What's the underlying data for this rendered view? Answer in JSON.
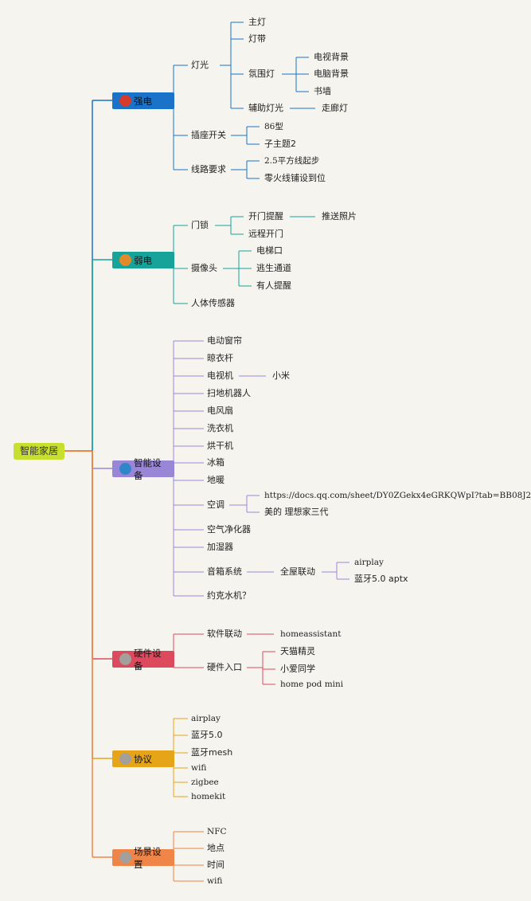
{
  "root": "智能家居",
  "categories": [
    {
      "label": "强电",
      "color": "#1a73c9",
      "dot": "#d33b2c",
      "children": [
        {
          "label": "灯光",
          "children": [
            {
              "label": "主灯"
            },
            {
              "label": "灯带"
            },
            {
              "label": "氛围灯",
              "children": [
                {
                  "label": "电视背景"
                },
                {
                  "label": "电脑背景"
                },
                {
                  "label": "书墙"
                }
              ]
            },
            {
              "label": "辅助灯光",
              "children": [
                {
                  "label": "走廊灯"
                }
              ]
            }
          ]
        },
        {
          "label": "插座开关",
          "children": [
            {
              "label": "86型"
            },
            {
              "label": "子主题2"
            }
          ]
        },
        {
          "label": "线路要求",
          "children": [
            {
              "label": "2.5平方线起步"
            },
            {
              "label": "零火线铺设到位"
            }
          ]
        }
      ]
    },
    {
      "label": "弱电",
      "color": "#17a39a",
      "dot": "#e08a2c",
      "children": [
        {
          "label": "门锁",
          "children": [
            {
              "label": "开门提醒",
              "children": [
                {
                  "label": "推送照片"
                }
              ]
            },
            {
              "label": "远程开门"
            }
          ]
        },
        {
          "label": "摄像头",
          "children": [
            {
              "label": "电梯口"
            },
            {
              "label": "逃生通道"
            },
            {
              "label": "有人提醒"
            }
          ]
        },
        {
          "label": "人体传感器"
        }
      ]
    },
    {
      "label": "智能设备",
      "color": "#9a86d6",
      "dot": "#2f86c8",
      "children": [
        {
          "label": "电动窗帘"
        },
        {
          "label": "晾衣杆"
        },
        {
          "label": "电视机",
          "children": [
            {
              "label": "小米"
            }
          ]
        },
        {
          "label": "扫地机器人"
        },
        {
          "label": "电风扇"
        },
        {
          "label": "洗衣机"
        },
        {
          "label": "烘干机"
        },
        {
          "label": "冰箱"
        },
        {
          "label": "地暖"
        },
        {
          "label": "空调",
          "children": [
            {
              "label": "https://docs.qq.com/sheet/DY0ZGekx4eGRKQWpI?tab=BB08J2"
            },
            {
              "label": "美的 理想家三代"
            }
          ]
        },
        {
          "label": "空气净化器"
        },
        {
          "label": "加湿器"
        },
        {
          "label": "音箱系统",
          "children": [
            {
              "label": "全屋联动",
              "children": [
                {
                  "label": "airplay"
                },
                {
                  "label": "蓝牙5.0 aptx"
                }
              ]
            }
          ]
        },
        {
          "label": "约克水机？"
        }
      ]
    },
    {
      "label": "硬件设备",
      "color": "#dd4a5e",
      "dot": "#a39f9a",
      "children": [
        {
          "label": "软件联动",
          "children": [
            {
              "label": "homeassistant"
            }
          ]
        },
        {
          "label": "硬件入口",
          "children": [
            {
              "label": "天猫精灵"
            },
            {
              "label": "小爱同学"
            },
            {
              "label": "home pod mini"
            }
          ]
        }
      ]
    },
    {
      "label": "协议",
      "color": "#e6a419",
      "dot": "#a39f9a",
      "children": [
        {
          "label": "airplay"
        },
        {
          "label": "蓝牙5.0"
        },
        {
          "label": "蓝牙mesh"
        },
        {
          "label": "wifi"
        },
        {
          "label": "zigbee"
        },
        {
          "label": "homekit"
        }
      ]
    },
    {
      "label": "场景设置",
      "color": "#f0854a",
      "dot": "#a39f9a",
      "children": [
        {
          "label": "NFC"
        },
        {
          "label": "地点"
        },
        {
          "label": "时间"
        },
        {
          "label": "wifi"
        }
      ]
    }
  ]
}
